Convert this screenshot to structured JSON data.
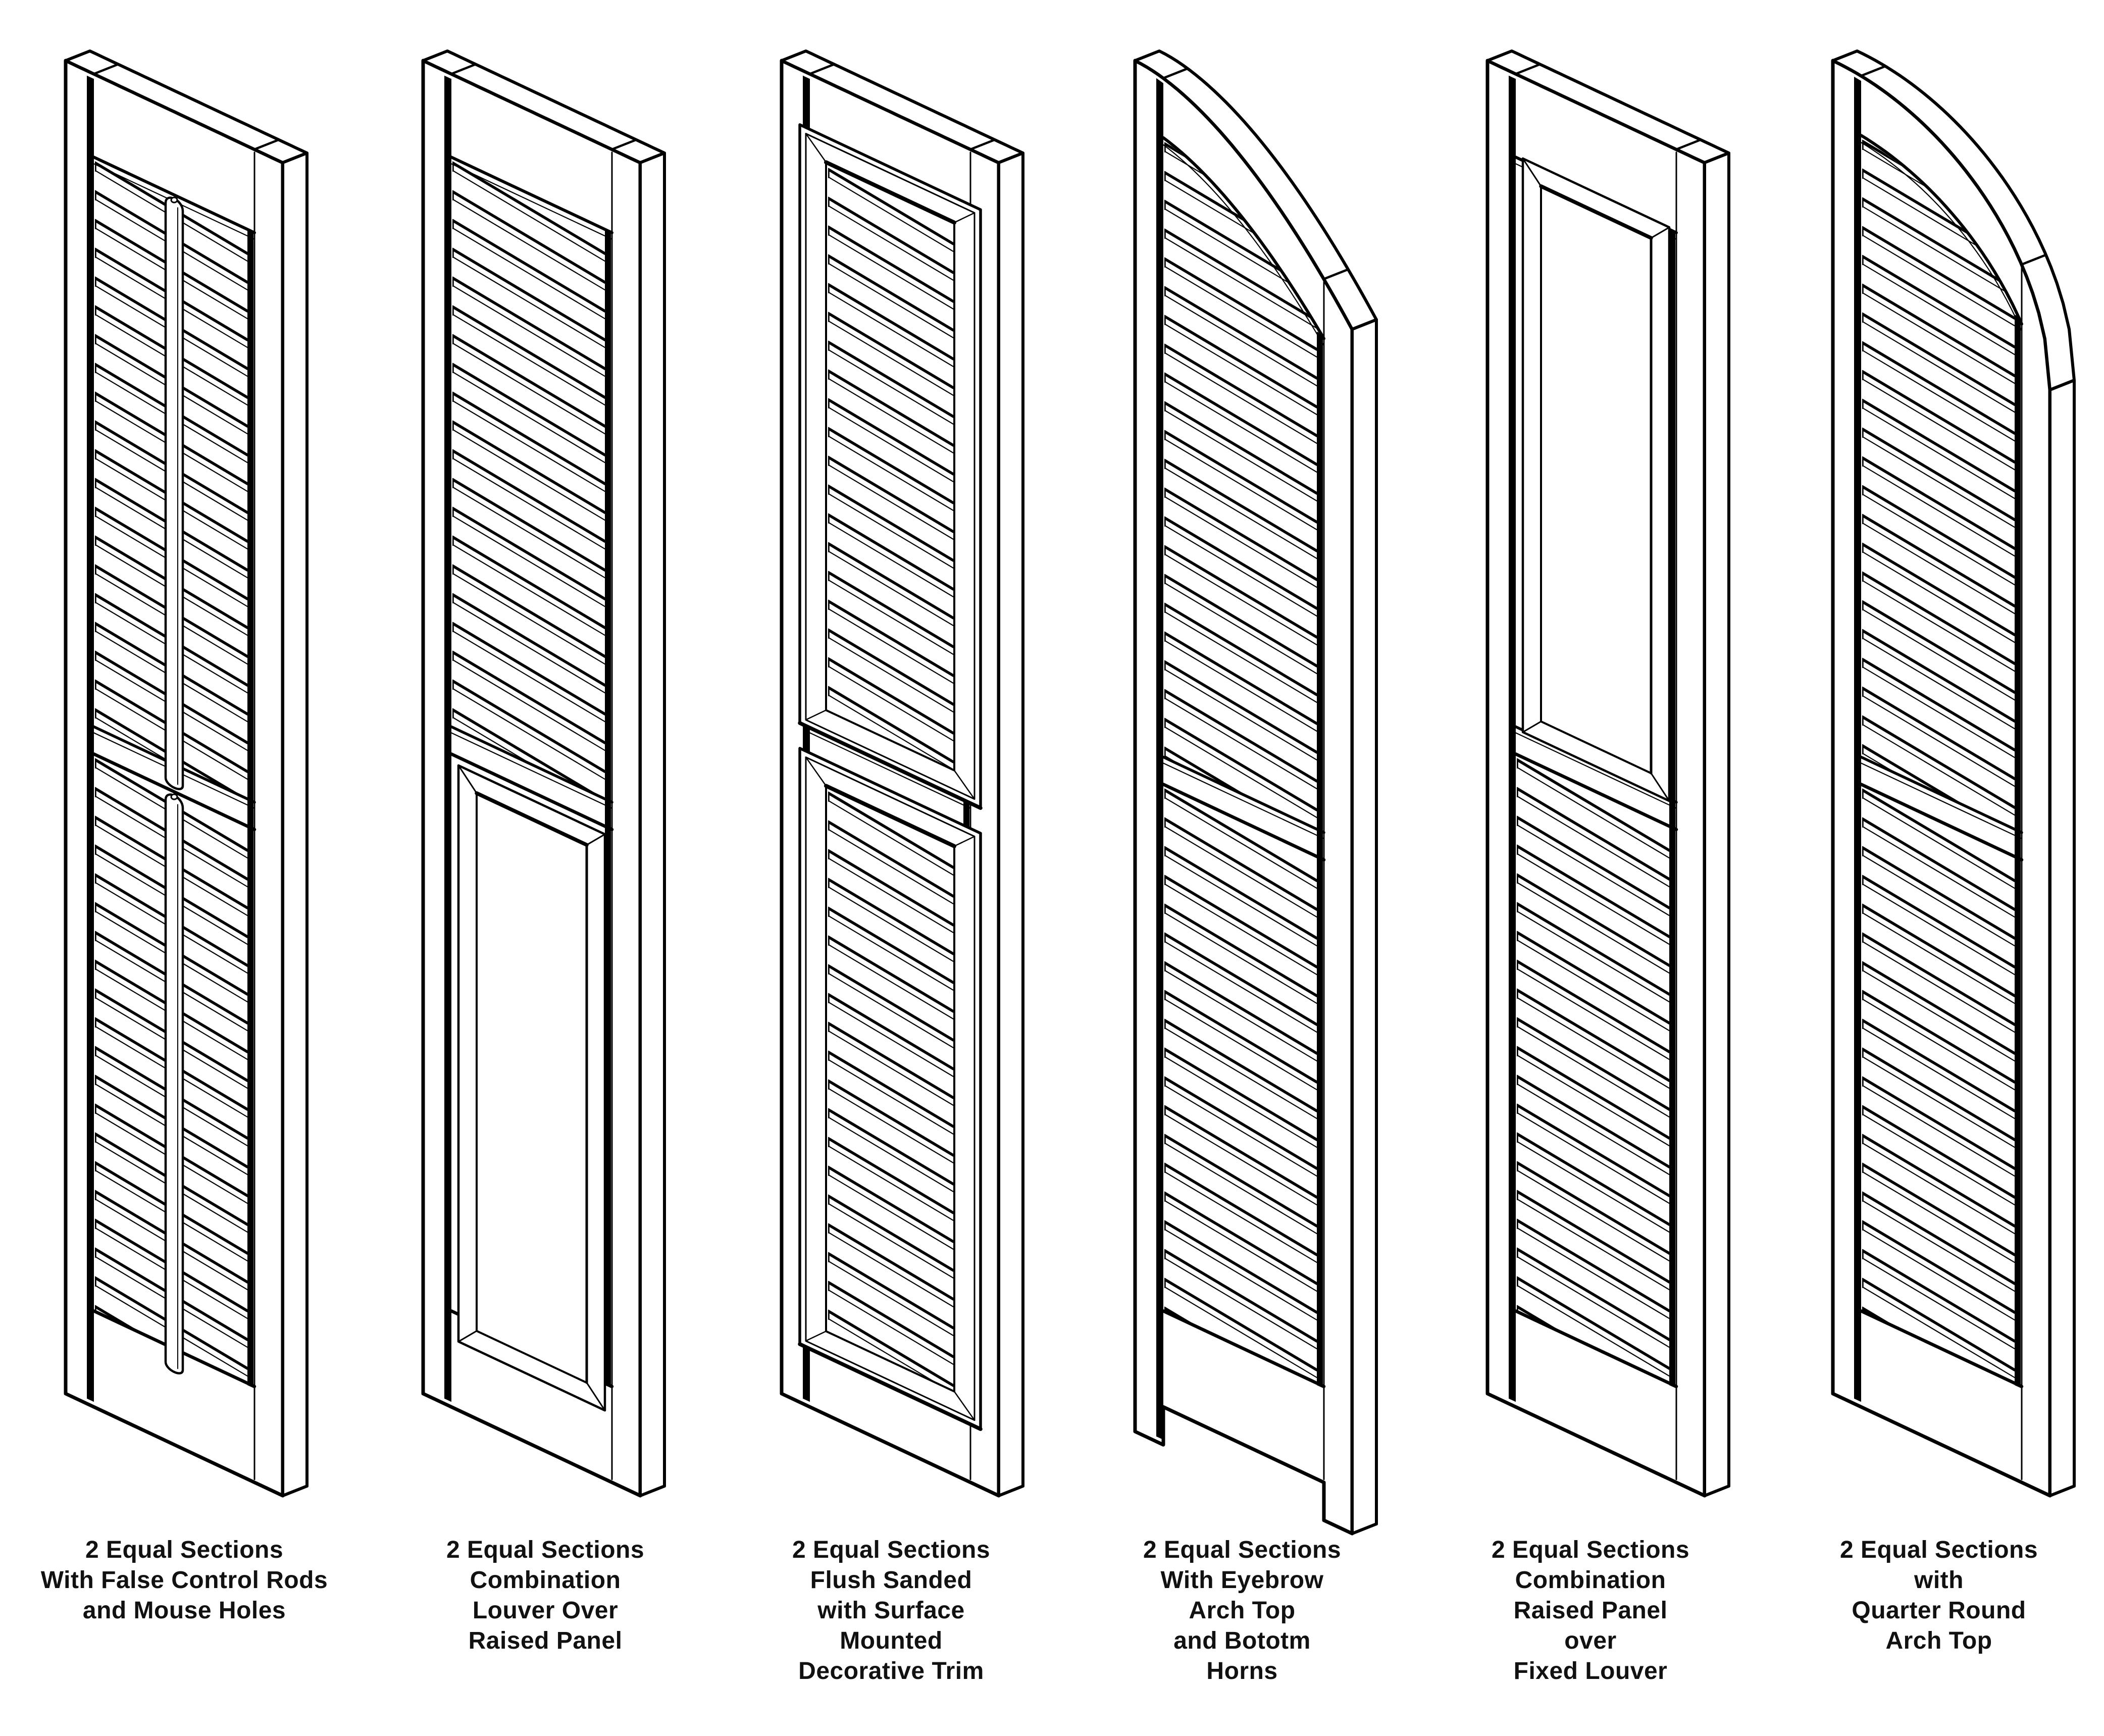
{
  "page": {
    "background_color": "#ffffff",
    "ink_color": "#000000",
    "kind": "shutter styles diagram sheet"
  },
  "shutters": [
    {
      "type": "louver-louver-rods",
      "caption_lines": [
        "2 Equal Sections",
        "With False Control Rods",
        "and Mouse Holes"
      ]
    },
    {
      "type": "louver-over-panel",
      "caption_lines": [
        "2 Equal Sections",
        "Combination",
        "Louver Over",
        "Raised Panel"
      ]
    },
    {
      "type": "louver-louver-trim",
      "caption_lines": [
        "2 Equal Sections",
        "Flush Sanded",
        "with Surface",
        "Mounted",
        "Decorative Trim"
      ]
    },
    {
      "type": "louver-eyebrow-horns",
      "caption_lines": [
        "2 Equal Sections",
        "With Eyebrow",
        "Arch Top",
        "and Bototm",
        "Horns"
      ]
    },
    {
      "type": "panel-over-louver",
      "caption_lines": [
        "2 Equal Sections",
        "Combination",
        "Raised Panel",
        "over",
        "Fixed Louver"
      ]
    },
    {
      "type": "louver-quarter-round",
      "caption_lines": [
        "2 Equal Sections",
        "with",
        "Quarter Round",
        "Arch Top"
      ]
    }
  ],
  "layout": {
    "column_lefts": [
      122,
      830,
      1540,
      2240,
      2938,
      3622
    ],
    "caption_centers": [
      365,
      1080,
      1765,
      2460,
      3150,
      3840
    ]
  }
}
